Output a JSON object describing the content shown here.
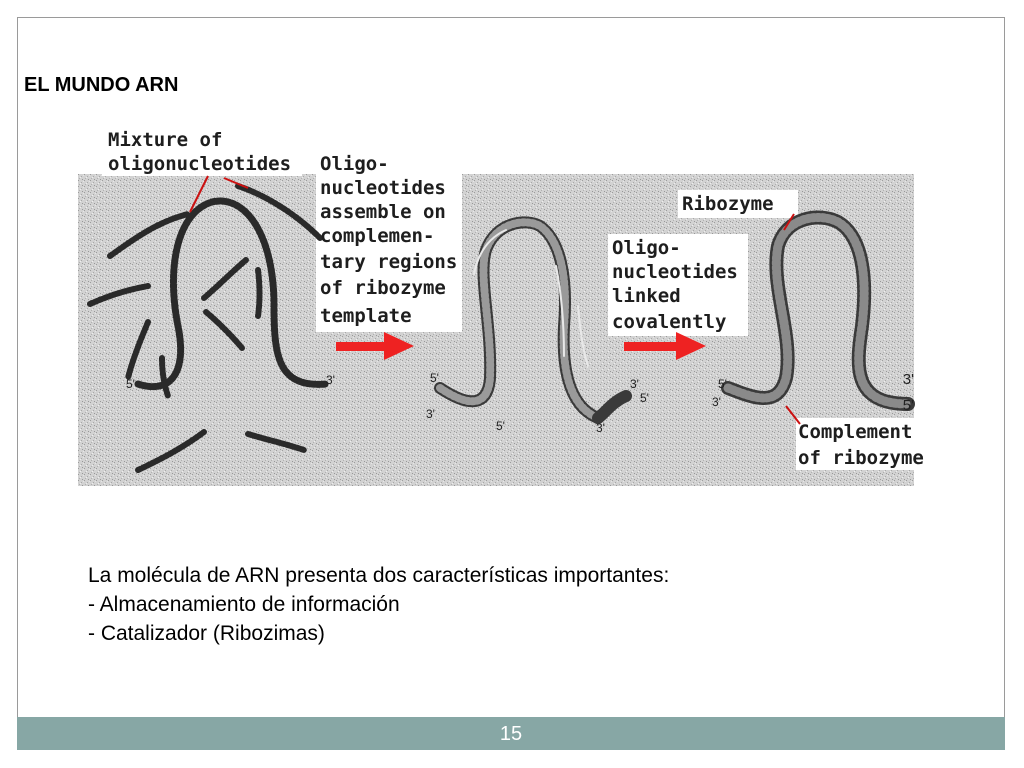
{
  "slide": {
    "title": "EL MUNDO ARN",
    "page_number": "15"
  },
  "diagram": {
    "labels": {
      "mixture_line1": "Mixture of",
      "mixture_line2": "oligonucleotides",
      "assemble_line1": "Oligo-",
      "assemble_line2": "nucleotides",
      "assemble_line3": "assemble on",
      "assemble_line4": "complemen-",
      "assemble_line5": "tary regions",
      "assemble_line6": "of ribozyme",
      "assemble_line7": "template",
      "linked_line1": "Oligo-",
      "linked_line2": "nucleotides",
      "linked_line3": "linked",
      "linked_line4": "covalently",
      "ribozyme": "Ribozyme",
      "complement_line1": "Complement",
      "complement_line2": "of ribozyme"
    },
    "ends": {
      "p1_five": "5'",
      "p1_three": "3'",
      "p2_left_five": "5'",
      "p2_left_three": "3'",
      "p2_mid_five": "5'",
      "p2_right_three_top": "3'",
      "p2_right_five": "5'",
      "p2_right_three_bottom": "3'",
      "p3_left_five": "5'",
      "p3_left_three": "3'",
      "p3_right_three": "3'",
      "p3_right_five": "5'"
    },
    "colors": {
      "background": "#cfcfcf",
      "strand": "#2a2a2a",
      "arrow": "#ee2222",
      "pointer": "#cc1111"
    }
  },
  "body": {
    "line1": "La molécula de ARN presenta dos características importantes:",
    "line2": "- Almacenamiento de información",
    "line3": "- Catalizador (Ribozimas)"
  }
}
